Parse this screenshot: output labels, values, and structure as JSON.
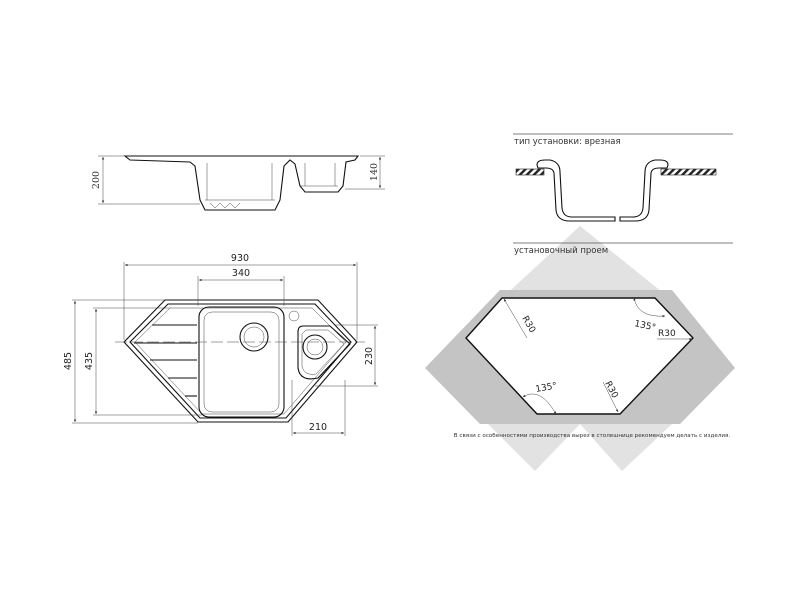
{
  "side_view": {
    "height_total": "200",
    "height_small_bowl": "140"
  },
  "top_view": {
    "width_total": "930",
    "width_main_bowl": "340",
    "depth_total": "485",
    "depth_inner": "435",
    "small_bowl_depth": "230",
    "small_bowl_width": "210"
  },
  "installation": {
    "type_label": "тип установки: врезная",
    "cutout_label": "установочный проем",
    "radius_top_left": "R30",
    "radius_right": "R30",
    "radius_bottom_right": "R30",
    "angle_top_right": "135°",
    "angle_bottom_left": "135°",
    "note": "В связи с особенностями производства вырез в столешнице рекомендуем делать с изделия."
  },
  "colors": {
    "dark_gray": "#c4c4c4",
    "light_gray": "#e2e2e2",
    "line": "#111111"
  }
}
